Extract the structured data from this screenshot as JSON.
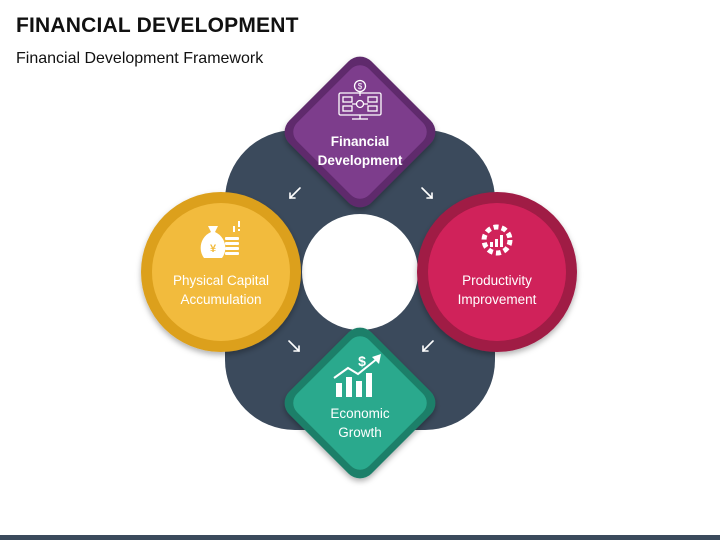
{
  "header": {
    "title": "FINANCIAL DEVELOPMENT",
    "subtitle": "Financial Development Framework"
  },
  "nodes": [
    {
      "id": "financial-development",
      "line1": "Financial",
      "line2": "Development",
      "icon": "computer-money-flow-icon",
      "color": "#7d3c8c",
      "ring": "#5e2a6c"
    },
    {
      "id": "productivity-improvement",
      "line1": "Productivity",
      "line2": "Improvement",
      "icon": "gear-chart-icon",
      "color": "#d0245a",
      "ring": "#a01a45"
    },
    {
      "id": "economic-growth",
      "line1": "Economic",
      "line2": "Growth",
      "icon": "growth-chart-dollar-icon",
      "color": "#2ba98d",
      "ring": "#1c7f69"
    },
    {
      "id": "physical-capital-accumulation",
      "line1": "Physical Capital",
      "line2": "Accumulation",
      "icon": "money-bag-coins-icon",
      "color": "#f2bb3e",
      "ring": "#dca01f"
    }
  ],
  "colors": {
    "ring_background": "#3b4a5c",
    "arrow": "#ffffff",
    "footer_bar": "#3b4a5c"
  }
}
